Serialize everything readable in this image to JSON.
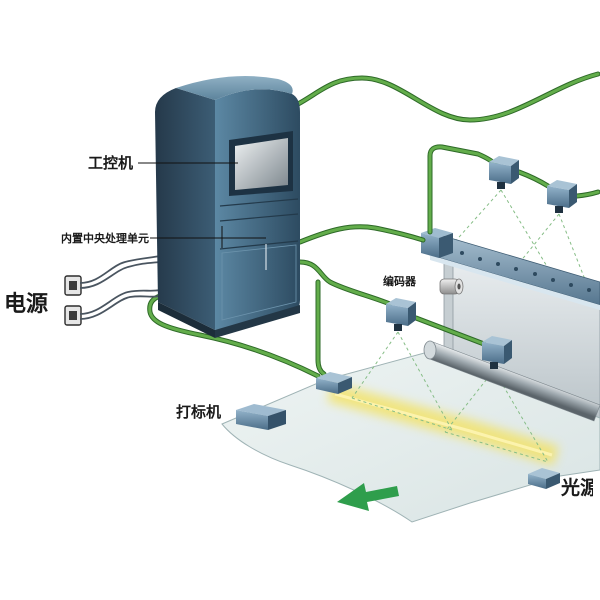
{
  "labels": {
    "industrial_pc": "工控机",
    "cpu_unit": "内置中央处理单元",
    "power": "电源",
    "encoder": "编码器",
    "marker": "打标机",
    "light_source": "光源"
  },
  "icons": {
    "cabinet": "industrial-pc-cabinet",
    "camera": "camera-icon",
    "outlet": "power-outlet-icon",
    "arrow": "direction-arrow-icon"
  },
  "colors": {
    "cable": "#63ad4b",
    "arrow": "#2f9e4c",
    "highlight": "#f4e25c"
  }
}
